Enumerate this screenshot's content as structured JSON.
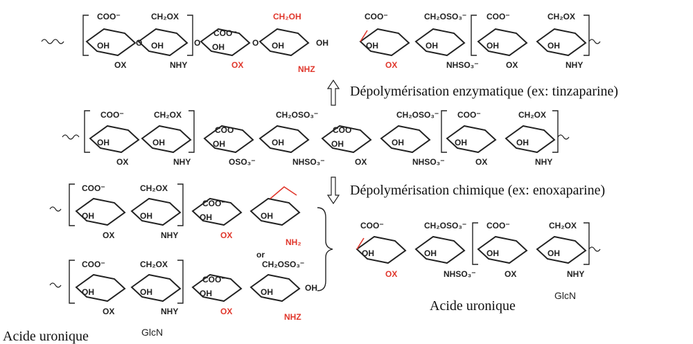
{
  "arrows": {
    "enzymatic": "Dépolymérisation enzymatique (ex: tinzaparine)",
    "chemical": "Dépolymérisation chimique (ex: enoxaparine)"
  },
  "captions": {
    "bottom_left": "Acide uronique",
    "bottom_right": "Acide uronique",
    "glcn_left": "GlcN",
    "glcn_right": "GlcN"
  },
  "connector": "or",
  "groups": {
    "coo": "COO⁻",
    "ch2ox": "CH₂OX",
    "ch2oso3": "CH₂OSO₃⁻",
    "ch2oh": "CH₂OH",
    "oh": "OH",
    "ox": "OX",
    "nhy": "NHY",
    "nhz": "NHZ",
    "nhso3": "NHSO₃⁻",
    "oso3": "OSO₃⁻",
    "nh2": "NH₂",
    "o": "O"
  },
  "colors": {
    "highlight": "#e0362b",
    "ink": "#222222"
  }
}
